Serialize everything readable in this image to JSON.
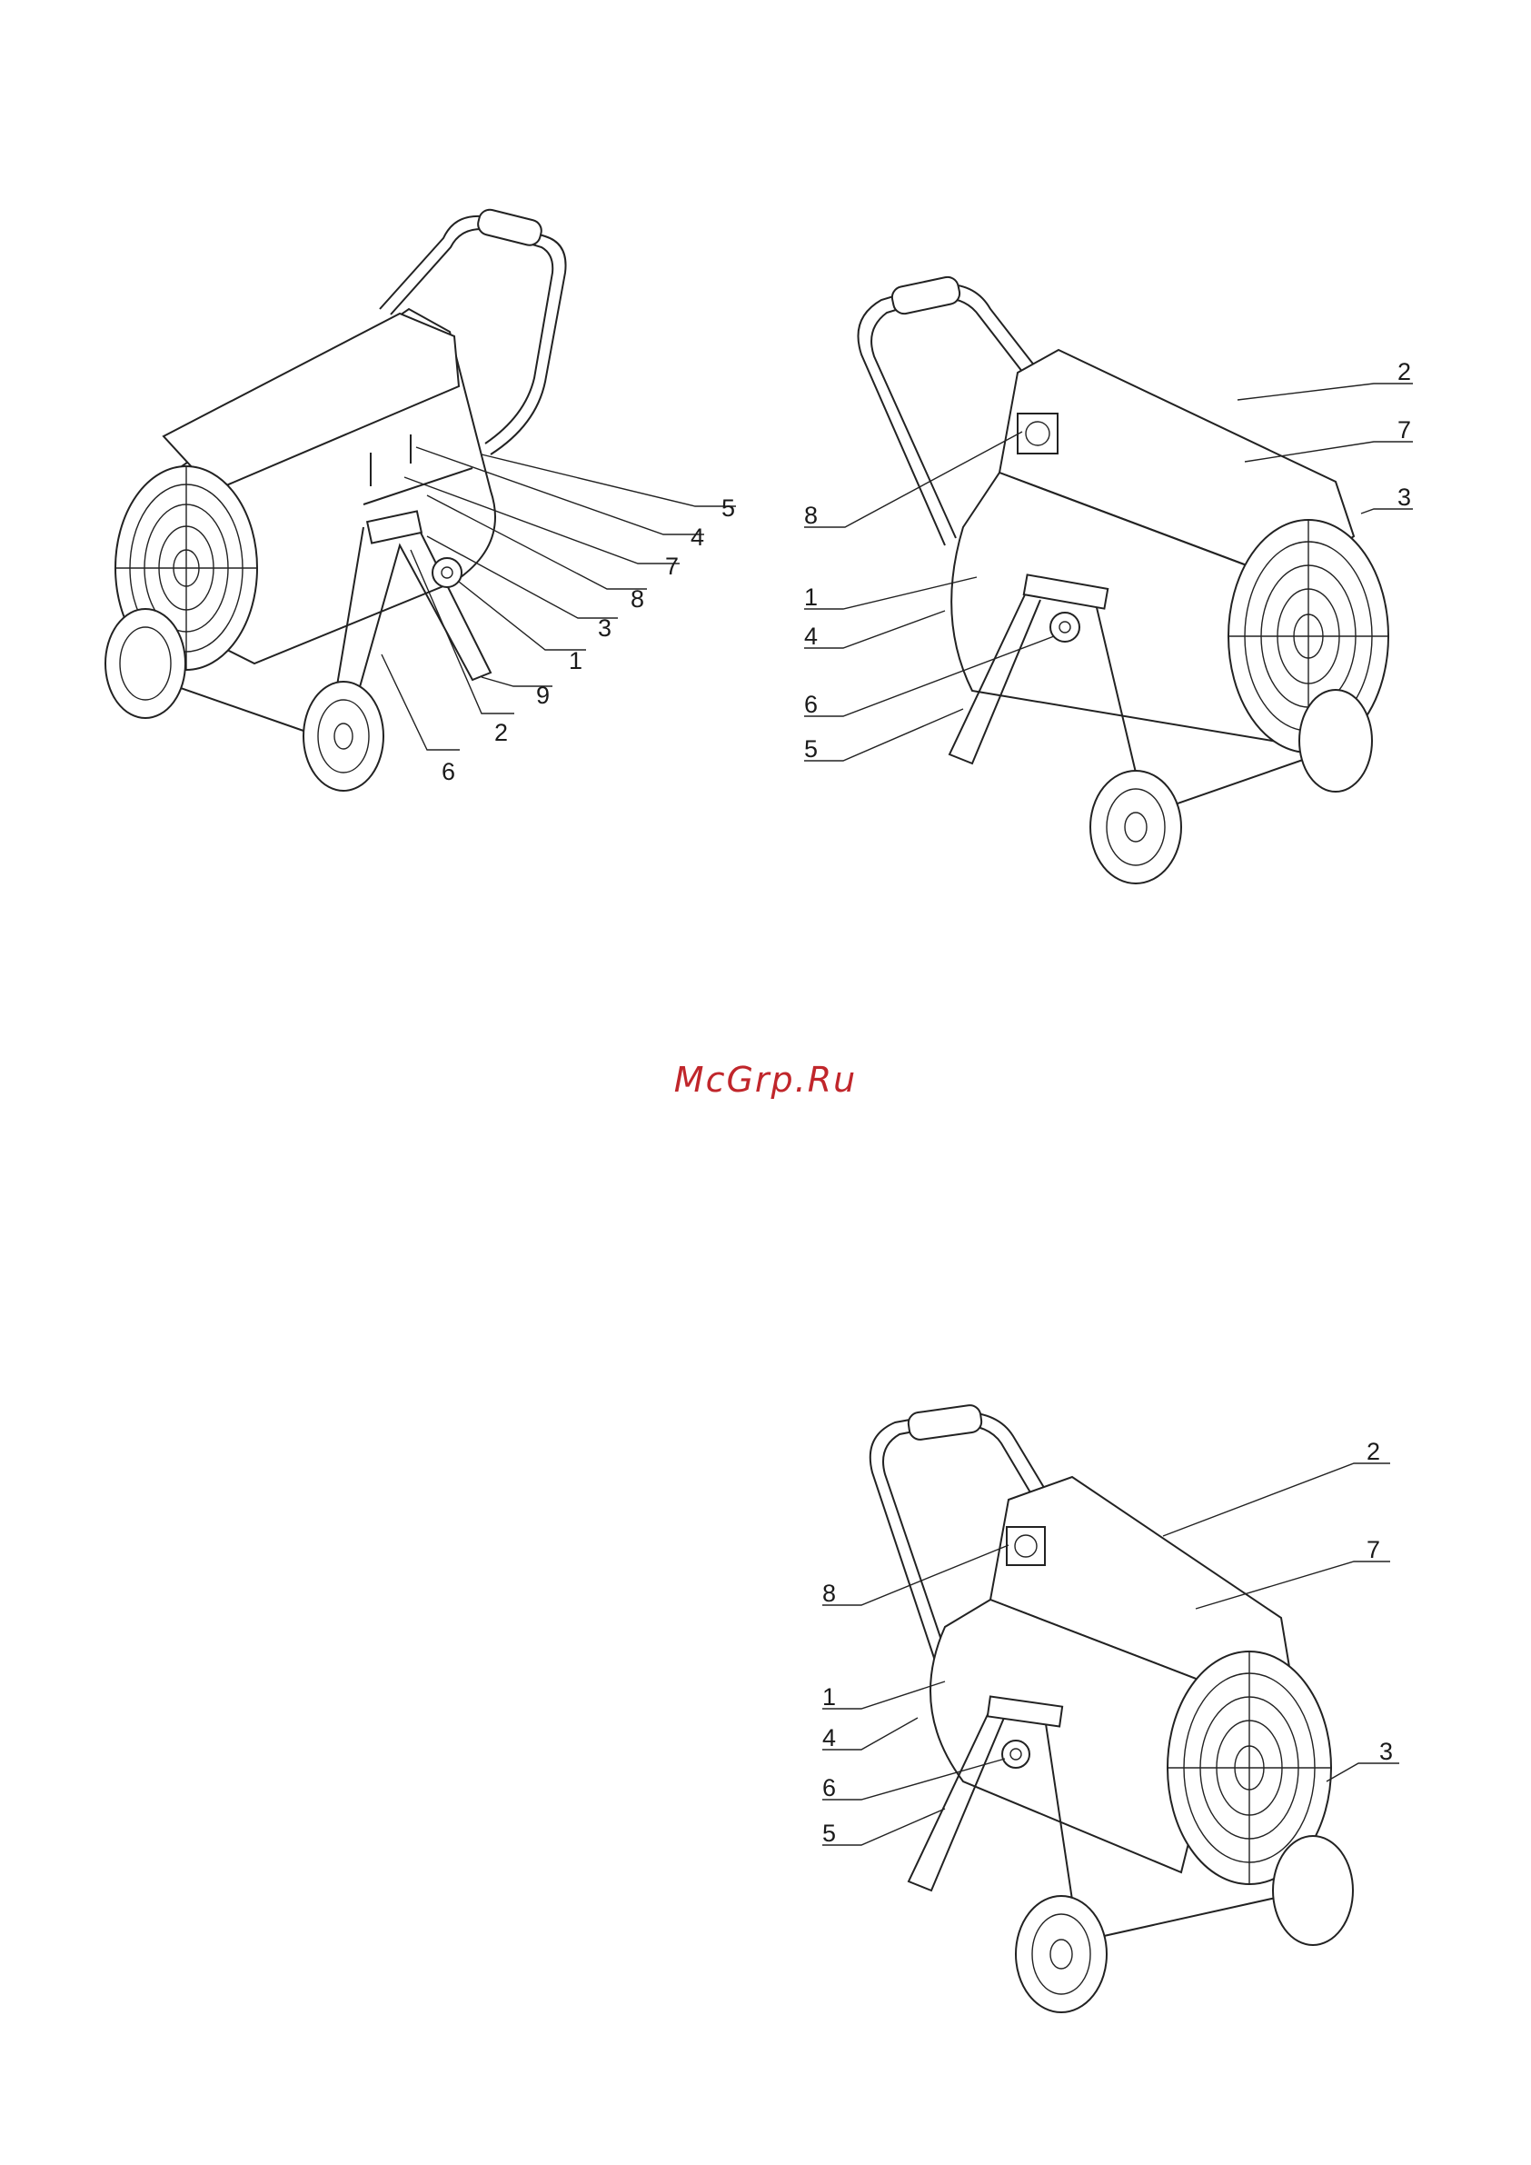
{
  "watermark": {
    "text": "McGrp.Ru",
    "color": "#c0262b"
  },
  "figure1": {
    "callouts": [
      "5",
      "4",
      "7",
      "8",
      "3",
      "1",
      "9",
      "2",
      "6"
    ]
  },
  "figure2": {
    "callouts": [
      "2",
      "7",
      "3",
      "8",
      "1",
      "4",
      "6",
      "5"
    ]
  },
  "figure3": {
    "callouts": [
      "2",
      "7",
      "8",
      "1",
      "4",
      "6",
      "5",
      "3"
    ]
  }
}
